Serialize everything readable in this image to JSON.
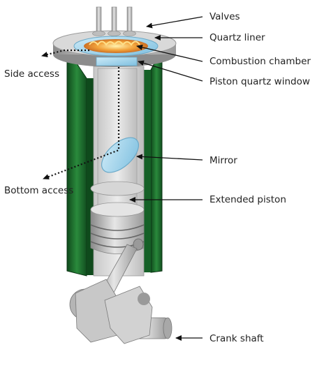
{
  "labels": {
    "valves": "Valves",
    "quartz_liner": "Quartz liner",
    "combustion_chamber": "Combustion chamber",
    "piston_quartz_window": "Piston quartz window",
    "side_access": "Side access",
    "mirror": "Mirror",
    "bottom_access": "Bottom access",
    "extended_piston": "Extended piston",
    "crank_shaft": "Crank shaft"
  },
  "colors": {
    "cylinder_green": "#1f6b2e",
    "cylinder_dark": "#0f4a1c",
    "metal_light": "#dcdcdc",
    "metal_mid": "#b4b4b4",
    "metal_dark": "#7e7e7e",
    "quartz_blue": "#9fd4ef",
    "flame_orange": "#f2a23a"
  },
  "icons": [
    "arrow-icon",
    "dotted-arrow-icon"
  ]
}
